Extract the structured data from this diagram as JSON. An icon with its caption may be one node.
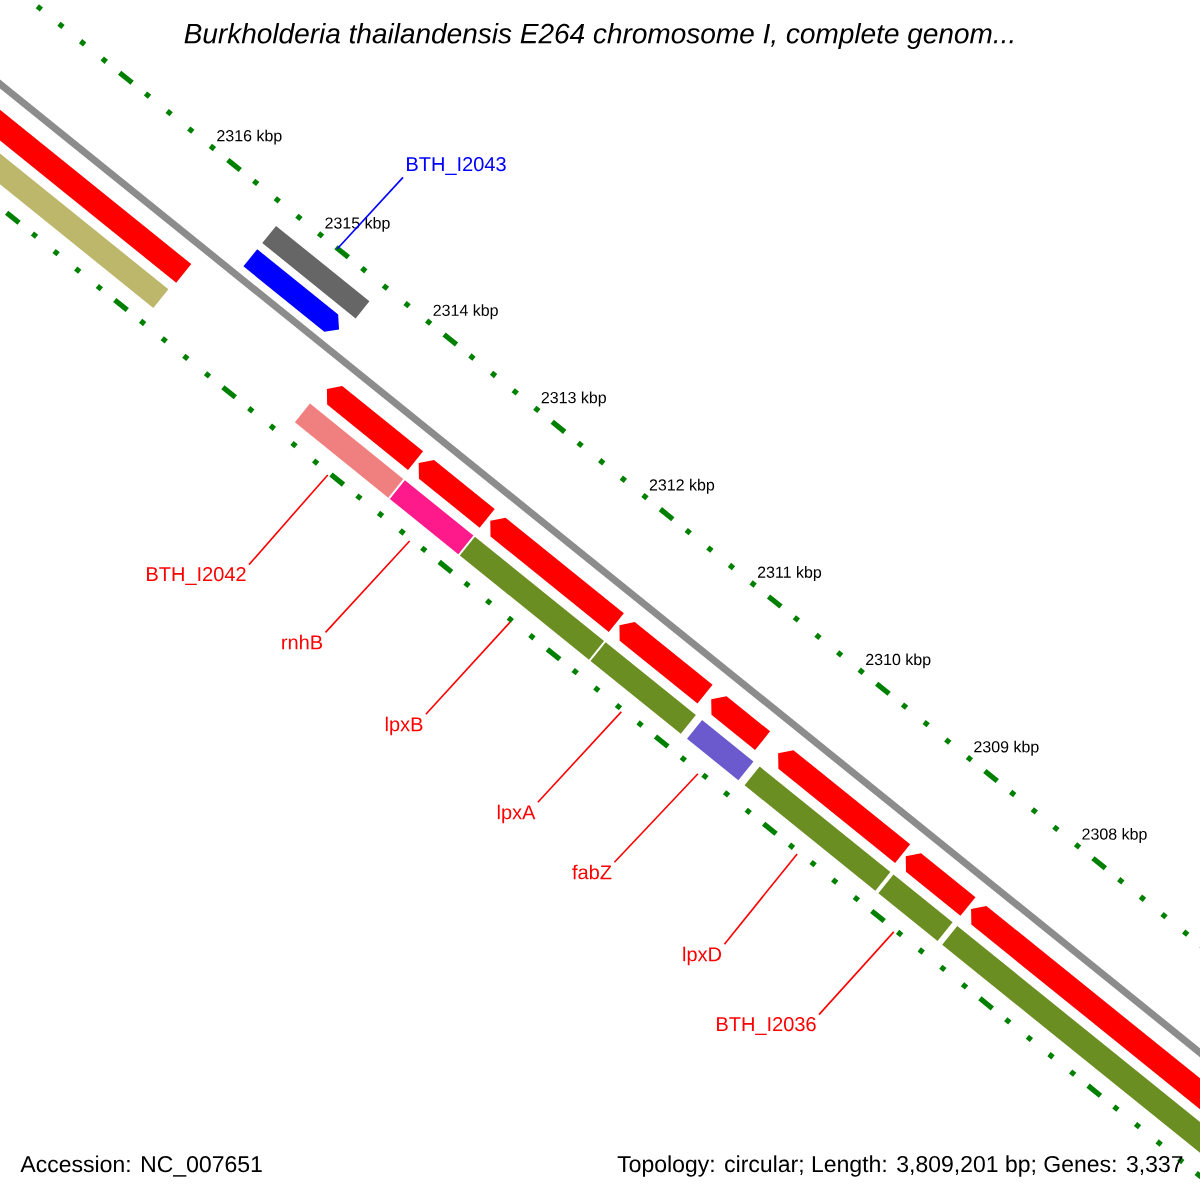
{
  "diagram": {
    "title": "*Burkholderia thailandensis* E264 chromosome I, complete genom...",
    "nodes": [
      {
        "text": [
          "BTH_I2043"
        ]
      },
      {
        "text": [
          "BTH_I2042"
        ]
      },
      {
        "text": [
          "rnhB"
        ]
      },
      {
        "text": [
          "lpxB"
        ]
      },
      {
        "text": [
          "lpxA"
        ]
      },
      {
        "text": [
          "fabZ"
        ]
      },
      {
        "text": [
          "lpxD"
        ]
      },
      {
        "text": [
          "BTH_I2036"
        ]
      },
      {
        "text": [],
        "shape": "bar"
      },
      {
        "text": [],
        "shape": "bar"
      },
      {
        "text": [],
        "shape": "bar"
      },
      {
        "text": [],
        "shape": "bar"
      },
      {
        "text": [],
        "shape": "bar"
      },
      {
        "text": [],
        "shape": "bar"
      },
      {
        "text": [],
        "shape": "bar"
      },
      {
        "text": [],
        "shape": "bar"
      }
    ],
    "edges": [
      {
        "from": 0,
        "to": 8,
        "arrow": "none",
        "color": "#0000ff"
      },
      {
        "from": 1,
        "to": 9,
        "arrow": "none"
      },
      {
        "from": 2,
        "to": 10,
        "arrow": "none"
      },
      {
        "from": 3,
        "to": 11,
        "arrow": "none"
      },
      {
        "from": 4,
        "to": 12,
        "arrow": "none"
      },
      {
        "from": 5,
        "to": 13,
        "arrow": "none"
      },
      {
        "from": 6,
        "to": 14,
        "arrow": "none"
      },
      {
        "from": 7,
        "to": 15,
        "arrow": "none"
      }
    ],
    "labels": [
      "2316 kbp",
      "2315 kbp",
      "2314 kbp",
      "2313 kbp",
      "2312 kbp",
      "2311 kbp",
      "2310 kbp",
      "2309 kbp",
      "2308 kbp",
      "Accession: NC_007651",
      "Topology: circular; Length: 3,809,201 bp; Genes: 3,337"
    ]
  }
}
